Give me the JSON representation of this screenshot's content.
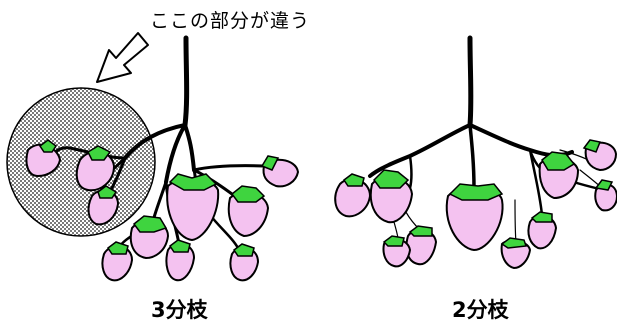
{
  "annotation": {
    "text": "ここの部分が違う"
  },
  "left_plant": {
    "caption": "3分枝"
  },
  "right_plant": {
    "caption": "2分枝"
  },
  "colors": {
    "berry_fill": "#f4c2f0",
    "calyx_fill": "#3fd43f",
    "stem": "#000000",
    "highlight_circle_fill": "#e2e2e2"
  },
  "icons": {
    "arrow": "hollow-arrow-icon"
  }
}
